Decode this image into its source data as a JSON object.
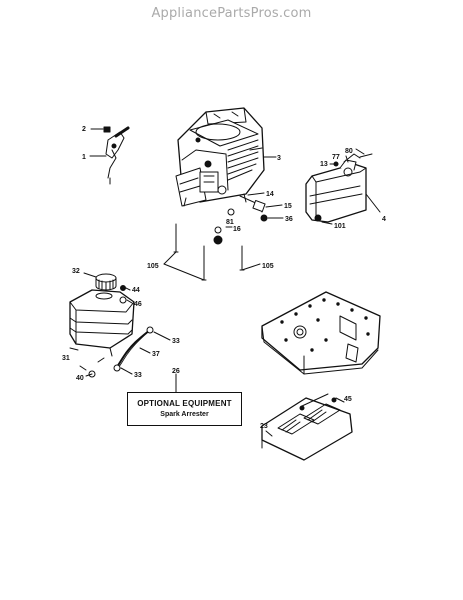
{
  "header": {
    "site_name": "AppliancePartsPros.com"
  },
  "callouts": {
    "c1": "1",
    "c2": "2",
    "c3": "3",
    "c4": "4",
    "c13": "13",
    "c14": "14",
    "c15": "15",
    "c16": "16",
    "c23": "23",
    "c26": "26",
    "c31": "31",
    "c32": "32",
    "c33a": "33",
    "c33b": "33",
    "c36": "36",
    "c37": "37",
    "c40": "40",
    "c44": "44",
    "c45": "45",
    "c46": "46",
    "c77": "77",
    "c80": "80",
    "c81": "81",
    "c101": "101",
    "c105a": "105",
    "c105b": "105"
  },
  "optional_box": {
    "title": "OPTIONAL EQUIPMENT",
    "subtitle": "Spark Arrester"
  },
  "colors": {
    "line": "#111111",
    "header": "#aaaaaa",
    "background": "#ffffff"
  }
}
